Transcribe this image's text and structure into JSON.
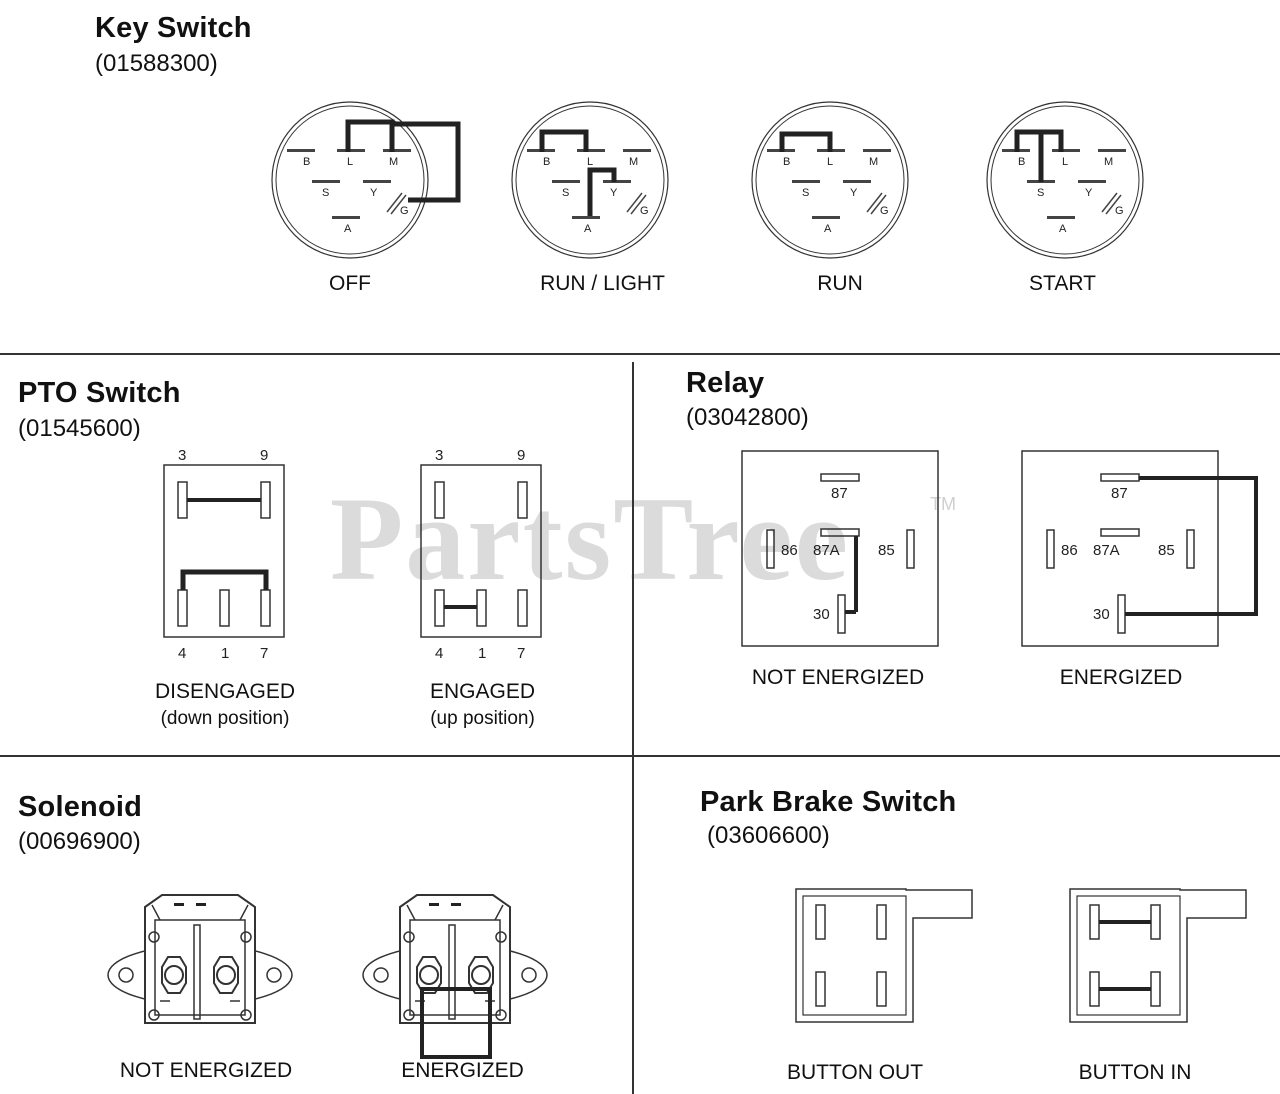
{
  "watermark": {
    "text": "PartsTree",
    "tm": "TM"
  },
  "key_switch": {
    "title": "Key Switch",
    "part": "(01588300)",
    "terminals": [
      "B",
      "L",
      "M",
      "S",
      "Y",
      "G",
      "A"
    ],
    "positions": [
      "OFF",
      "RUN / LIGHT",
      "RUN",
      "START"
    ]
  },
  "pto_switch": {
    "title": "PTO Switch",
    "part": "(01545600)",
    "pins_top": [
      "3",
      "9"
    ],
    "pins_bottom": [
      "4",
      "1",
      "7"
    ],
    "states": [
      {
        "label": "DISENGAGED",
        "sub": "(down position)"
      },
      {
        "label": "ENGAGED",
        "sub": "(up position)"
      }
    ]
  },
  "relay": {
    "title": "Relay",
    "part": "(03042800)",
    "terminals": [
      "87",
      "86",
      "87A",
      "85",
      "30"
    ],
    "states": [
      "NOT ENERGIZED",
      "ENERGIZED"
    ]
  },
  "solenoid": {
    "title": "Solenoid",
    "part": "(00696900)",
    "states": [
      "NOT ENERGIZED",
      "ENERGIZED"
    ]
  },
  "park_brake": {
    "title": "Park Brake Switch",
    "part": "(03606600)",
    "states": [
      "BUTTON OUT",
      "BUTTON IN"
    ]
  }
}
